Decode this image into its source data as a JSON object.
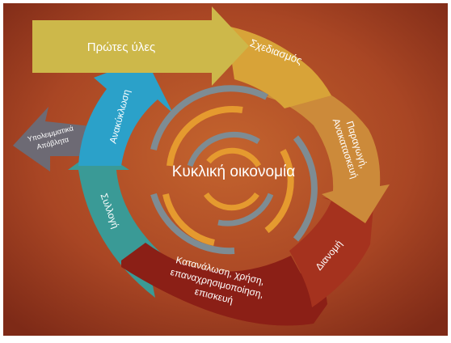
{
  "diagram": {
    "center_label": "Κυκλική οικονομία",
    "stages": {
      "raw_materials": "Πρώτες ύλες",
      "design": "Σχεδιασμός",
      "production_line1": "Παραγωγή,",
      "production_line2": "Ανακατασκευή",
      "distribution": "Διανομή",
      "consumption_line1": "Κατανάλωση, χρήση,",
      "consumption_line2": "επαναχρησιμοποίηση,",
      "consumption_line3": "επισκευή",
      "collection": "Συλλογή",
      "recycling": "Ανακύκλωση",
      "residual_line1": "Υπολειμματικά",
      "residual_line2": "Απόβλητα"
    }
  },
  "colors": {
    "background_light": "#c4642e",
    "background_dark": "#7e2a17",
    "raw_materials": "#cdb84a",
    "design": "#d8a338",
    "production": "#cc8a3a",
    "distribution": "#a5321e",
    "consumption": "#8b1f16",
    "collection": "#3a9a96",
    "recycling": "#2ba1c9",
    "residual": "#6d6a74",
    "inner_grey": "#7e8c93",
    "inner_orange": "#e59a2f"
  }
}
